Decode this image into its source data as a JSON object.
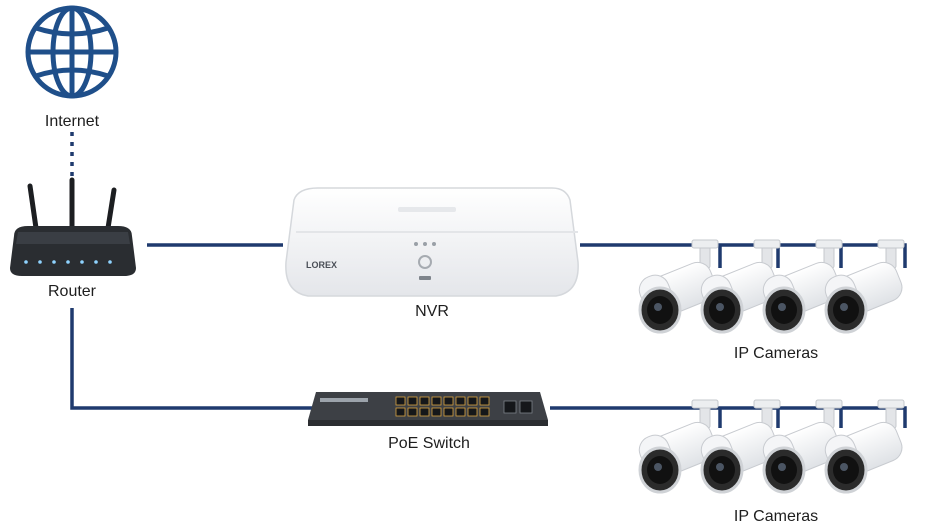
{
  "labels": {
    "internet": "Internet",
    "router": "Router",
    "nvr": "NVR",
    "poe_switch": "PoE Switch",
    "cameras_top": "IP Cameras",
    "cameras_bottom": "IP Cameras"
  },
  "devices": {
    "nvr_brand": "LOREX"
  },
  "colors": {
    "link": "#1f3a6e",
    "globe": "#1f4f8a",
    "router_body": "#2a2d31",
    "switch_body": "#3d4045",
    "device_white": "#f2f3f5",
    "camera_lens": "#1b1b1b"
  },
  "icons": [
    "globe-icon",
    "router-icon",
    "nvr-icon",
    "poe-switch-icon",
    "ip-camera-icon"
  ]
}
